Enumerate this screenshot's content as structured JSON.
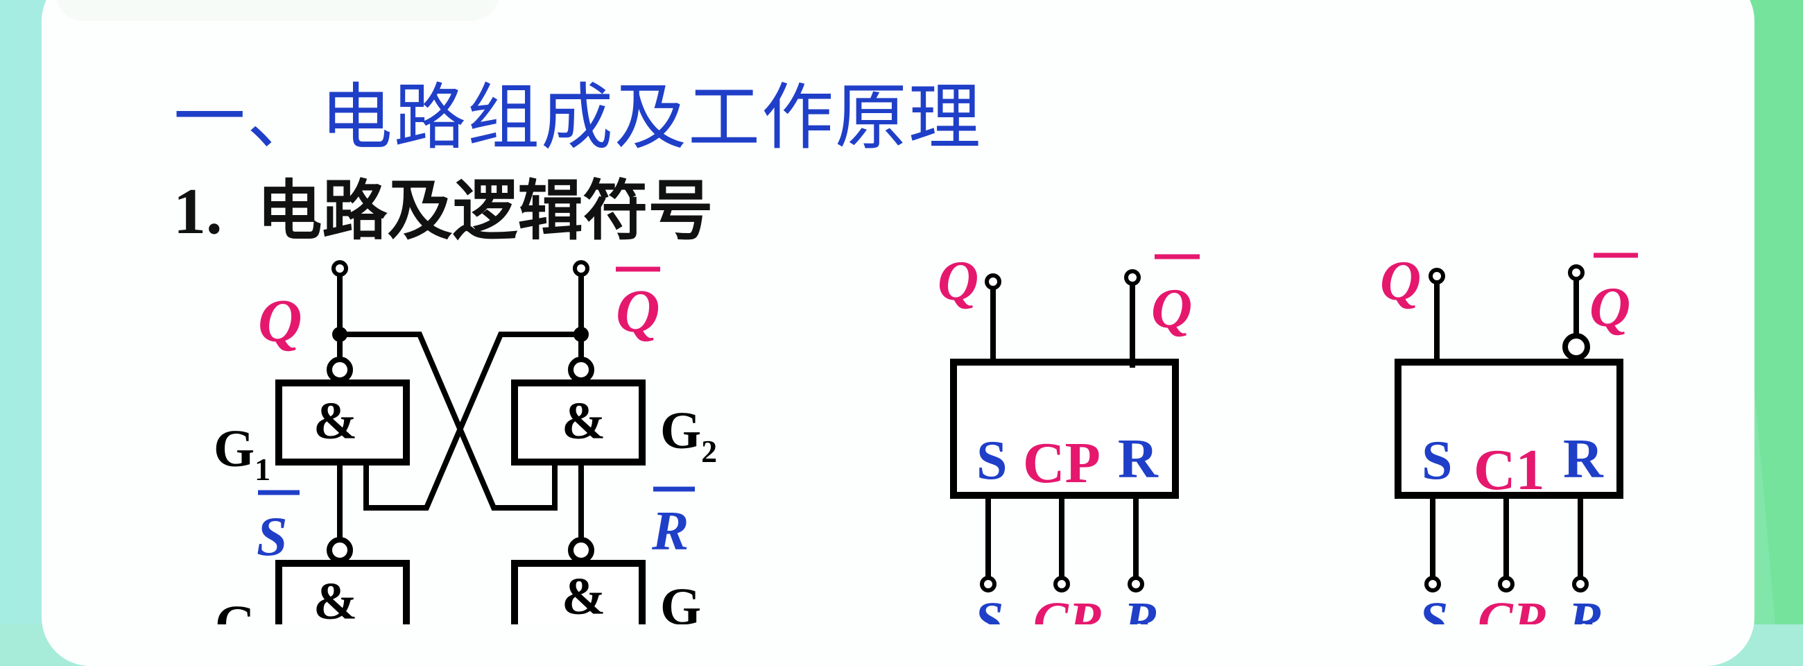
{
  "page": {
    "heading": "一、电路组成及工作原理",
    "sub_number": "1.",
    "sub_title": "电路及逻辑符号"
  },
  "circuit": {
    "output_q": "Q",
    "output_qbar": "Q",
    "gate_g1": "G",
    "gate_g1_sub": "1",
    "gate_g2": "G",
    "gate_g2_sub": "2",
    "gate_g3": "G",
    "gate_g4": "G",
    "gate_symbol": "&",
    "input_s": "S",
    "input_r": "R"
  },
  "symbol_cp": {
    "q": "Q",
    "qbar": "Q",
    "pin_s": "S",
    "pin_cp": "CP",
    "pin_r": "R",
    "in_s": "S",
    "in_cp": "CP",
    "in_r": "R"
  },
  "symbol_c1": {
    "q": "Q",
    "qbar": "Q",
    "pin_s": "S",
    "pin_c1": "C1",
    "pin_r": "R",
    "in_s": "S",
    "in_cp": "CP",
    "in_r": "R"
  },
  "colors": {
    "heading_blue": "#1f3fc8",
    "signal_pink": "#e5186e",
    "background_green": "#a6ecd9"
  }
}
